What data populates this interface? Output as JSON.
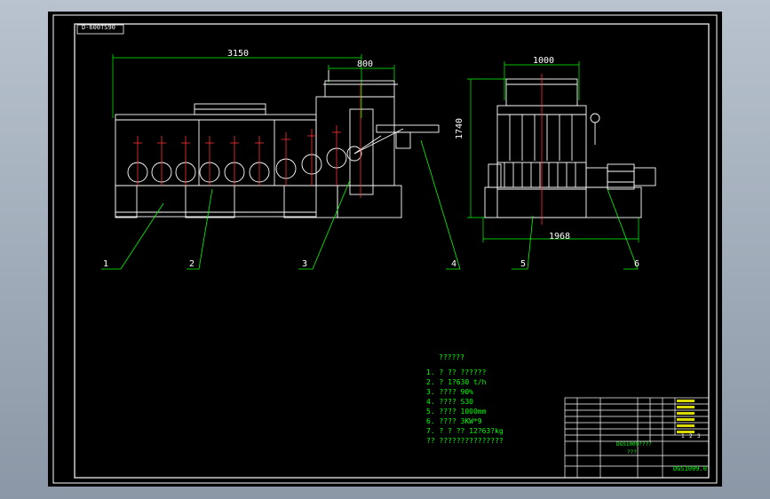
{
  "drawing": {
    "code_box": "D-600TS90",
    "dimensions": {
      "front_width": "3150",
      "front_hopper": "800",
      "side_top": "1000",
      "side_height": "1740",
      "side_width": "1968"
    },
    "callouts": [
      "1",
      "2",
      "3",
      "4",
      "5",
      "6"
    ],
    "notes_title": "??????",
    "notes": [
      "1. ?  ?? ??????",
      "2. ?  1?630 t/h",
      "3. ???? 90%",
      "4. ???? S30",
      "5. ???? 1000mm",
      "6. ???? 3KW*9",
      "7. ? ? ?? 12?63?kg",
      "?? ???????????????"
    ],
    "title_block": {
      "code_upper": "DGS1009????",
      "mid_text": "???",
      "code_lower": "DGS1009.0",
      "digits": [
        "1",
        "2",
        "3"
      ]
    },
    "colors": {
      "frame": "#ffffff",
      "dimension": "#00ff00",
      "part_outline": "#ffffff",
      "center_marks": "#ff3030",
      "highlight": "#ffff00"
    }
  }
}
